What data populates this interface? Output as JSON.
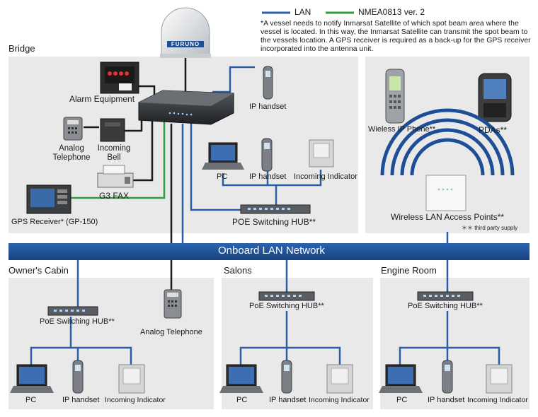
{
  "legend": {
    "lan": "LAN",
    "nmea": "NMEA0813 ver. 2"
  },
  "note": "*A vessel needs to notify Inmarsat Satellite of which spot beam area where the vessel is located. In this way, the Inmarsat Satellite can transmit the spot beam to the vessels location. A GPS receiver is required as a back-up for the GPS receiver incorporated into the antenna unit.",
  "antenna_brand": "FURUNO",
  "colors": {
    "lan": "#2a5fa8",
    "nmea": "#2e9e3c",
    "bar": "#1e4f96",
    "panel": "#e9e9e9"
  },
  "sections": {
    "bridge": "Bridge",
    "owners_cabin": "Owner's Cabin",
    "salons": "Salons",
    "engine_room": "Engine Room"
  },
  "bridge": {
    "alarm": "Alarm Equipment",
    "ip_handset_top": "IP handset",
    "analog_telephone": "Analog\nTelephone",
    "incoming_bell": "Incoming\nBell",
    "g3_fax": "G3 FAX",
    "gps": "GPS Receiver* (GP-150)",
    "pc": "PC",
    "ip_handset": "IP handset",
    "incoming_indicator": "Incoming Indicator",
    "hub": "POE Switching HUB**"
  },
  "wireless": {
    "phone": "Wieless IP Phone**",
    "pdas": "PDAs**",
    "access_points": "Wireless LAN Access Points**",
    "third_party": "＊＊ third party supply"
  },
  "network_bar": "Onboard LAN Network",
  "cabin": {
    "hub": "PoE Switching HUB**",
    "pc": "PC",
    "ip_handset": "IP handset",
    "incoming_indicator": "Incoming Indicator",
    "analog_telephone": "Analog Telephone"
  },
  "salons": {
    "hub": "PoE Switching HUB**",
    "pc": "PC",
    "ip_handset": "IP handset",
    "incoming_indicator": "Incoming Indicator"
  },
  "engine": {
    "hub": "PoE Switching HUB**",
    "pc": "PC",
    "ip_handset": "IP handset",
    "incoming_indicator": "Incoming Indicator"
  }
}
